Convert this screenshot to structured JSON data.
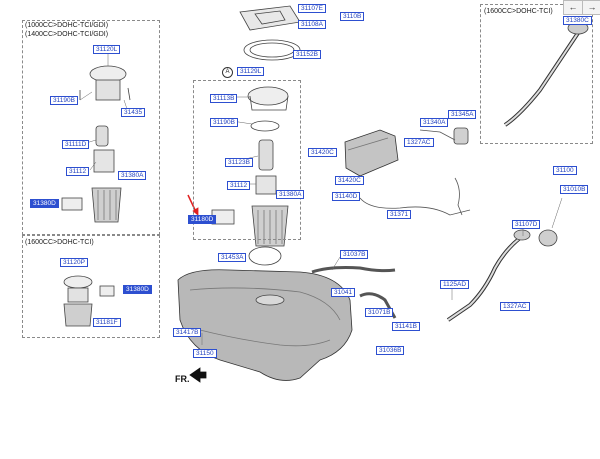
{
  "panels": {
    "left_top": [
      "(1000CC>DOHC-TCI/GDI)",
      "(1400CC>DOHC-TCI/GDI)"
    ],
    "left_bottom": "(1600CC>DOHC-TCI)",
    "right_top": "(1600CC>DOHC-TCI)"
  },
  "callout_letter": "A",
  "fr_label": "FR.",
  "toolbar": {
    "back": "←",
    "forward": "→"
  },
  "labels": [
    "31107E",
    "3110B",
    "31108A",
    "31152B",
    "31120L",
    "31129L",
    "31190B",
    "31435",
    "31111D",
    "31112",
    "31380A",
    "31113B",
    "31190B",
    "31123B",
    "31112",
    "31380A",
    "31180D",
    "31453A",
    "31150",
    "31340A",
    "31420C",
    "31420C",
    "31345A",
    "31371",
    "31140D",
    "31100",
    "31010B",
    "1327AC",
    "31037B",
    "31041",
    "31071B",
    "31141B",
    "31036B",
    "31417B",
    "1125AD",
    "1327AC",
    "31120P",
    "31107D",
    "31181F",
    "31380D",
    "31380D",
    "31380C"
  ]
}
